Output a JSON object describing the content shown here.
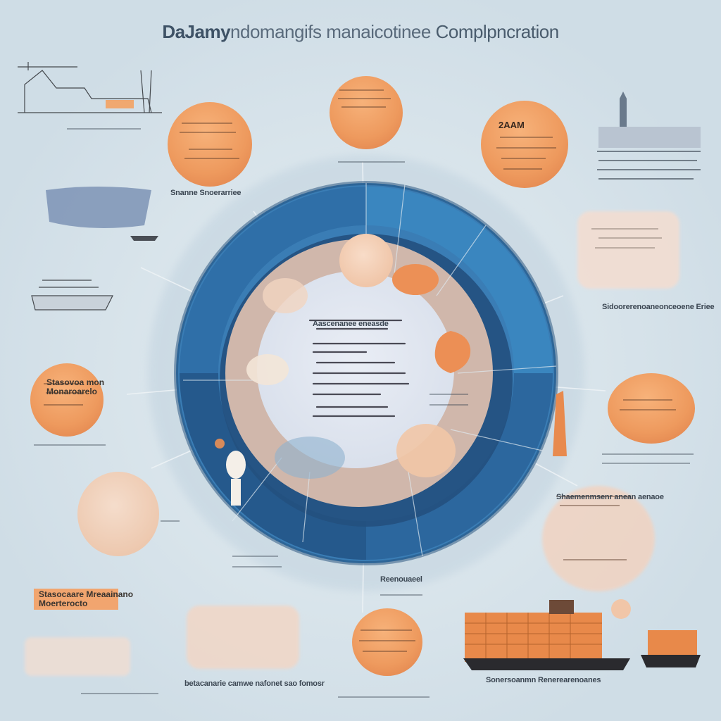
{
  "title": {
    "part1": "DaJamy",
    "part2": "ndomangifs manaicotinee",
    "part3": "Complpncration"
  },
  "callouts": {
    "left_bubble_caption": "Snanne Snoerarriee",
    "top_right_bubble_label": "2AAM",
    "right_mid_caption": "Sidoorerenoaneonceoene Eriee",
    "left_box_label_line1": "Stasovoa mon",
    "left_box_label_line2": "Monaroarelo",
    "bottom_left_box_line1": "Stasocaare Mreaainano",
    "bottom_left_box_line2": "Moerterocto",
    "bottom_center_caption": "Reenouaeel",
    "bottom_left_caption": "betacanarie camwe nafonet sao fomosr",
    "bottom_right_caption": "Sonersoanmn Renerearenoanes",
    "center_heading": "Aascenanee eneasde",
    "right_lower_caption": "Shaemenmsenr anean aenaoe"
  },
  "colors": {
    "background": "#d4e1e8",
    "ring_blue": "#2f6fa8",
    "ring_dark": "#23507e",
    "bubble_orange": "#f0a06a",
    "bubble_peach": "#f1c6a8",
    "ship_hull": "#2a2a2e",
    "containers": "#e8894a"
  }
}
